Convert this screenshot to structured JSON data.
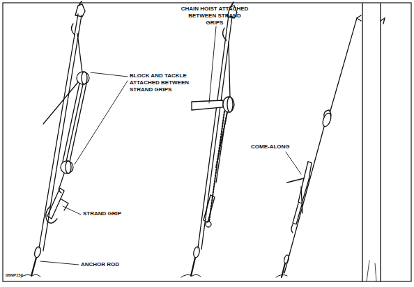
{
  "diagram": {
    "labels": [
      "CHAIN HOIST ATTACHED BETWEEN STRAND GRIPS",
      "BLOCK AND TACKLE ATTACHED BETWEEN STRAND GRIPS",
      "STRAND GRIP",
      "ANCHOR ROD",
      "COME-ALONG",
      "06NP150"
    ]
  }
}
